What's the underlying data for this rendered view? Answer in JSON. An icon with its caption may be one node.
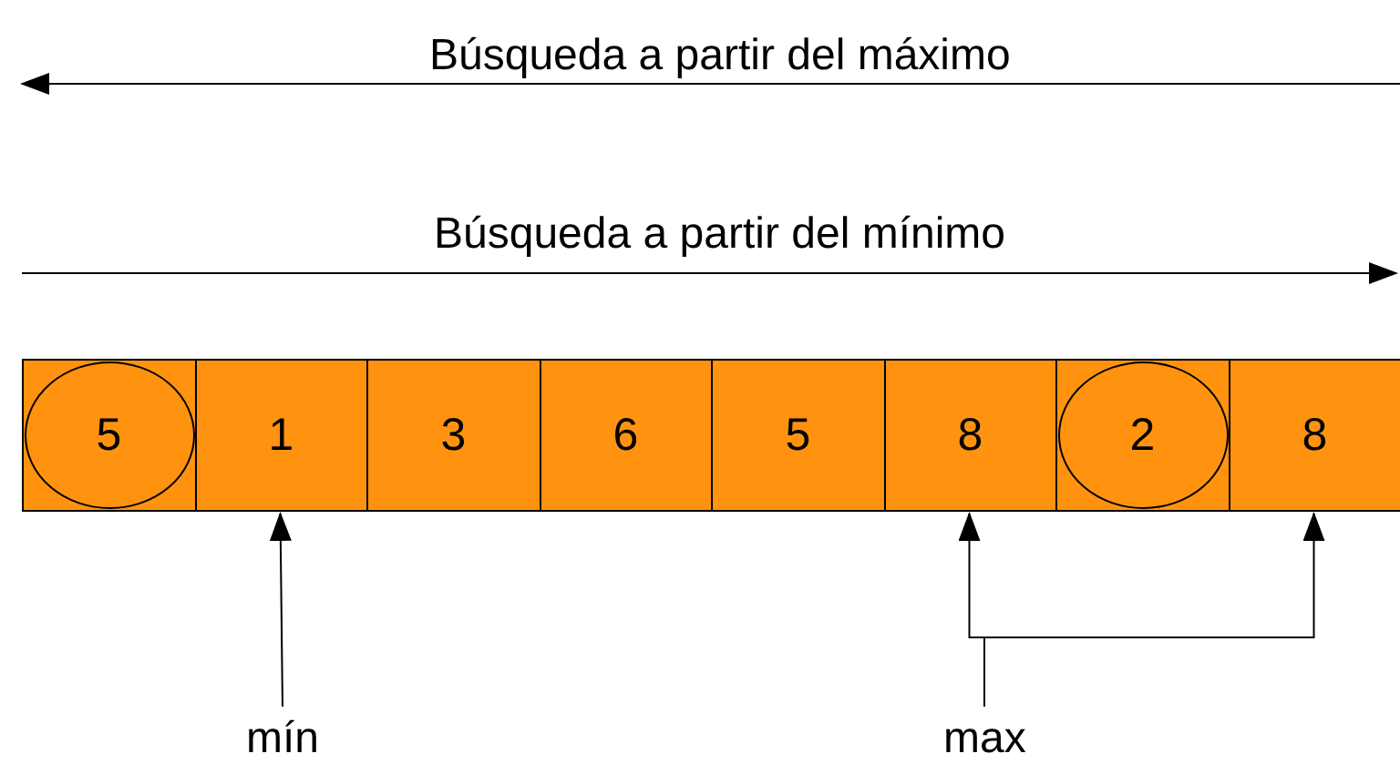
{
  "diagram": {
    "nodes": [
      {
        "text": [
          "5"
        ]
      },
      {
        "text": [
          "1"
        ]
      },
      {
        "text": [
          "3"
        ]
      },
      {
        "text": [
          "6"
        ]
      },
      {
        "text": [
          "5"
        ]
      },
      {
        "text": [
          "8"
        ]
      },
      {
        "text": [
          "2"
        ]
      },
      {
        "text": [
          "8"
        ]
      },
      {
        "text": [
          "mín"
        ]
      },
      {
        "text": [
          "max"
        ]
      }
    ],
    "edges": [
      {
        "from": 8,
        "to": 1,
        "arrow": "to"
      },
      {
        "from": 9,
        "to": 5,
        "arrow": "to"
      },
      {
        "from": 9,
        "to": 7,
        "arrow": "to"
      }
    ],
    "labels": [
      "Búsqueda a partir del máximo",
      "Búsqueda a partir del mínimo"
    ]
  }
}
